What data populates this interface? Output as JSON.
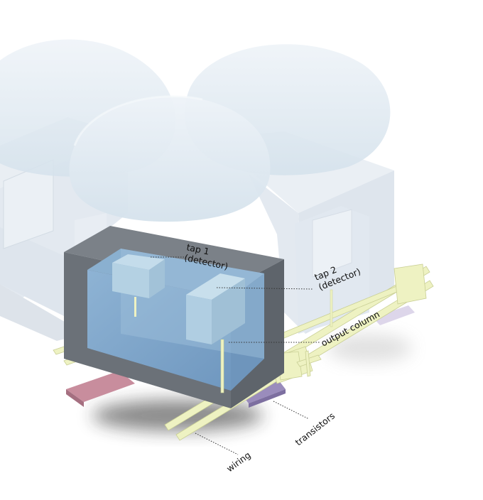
{
  "labels": {
    "tap1_line1": "tap 1",
    "tap1_line2": "(detector)",
    "tap2_line1": "tap 2",
    "tap2_line2": "(detector)",
    "output_column": "output column",
    "transistors": "transistors",
    "wiring": "wiring"
  },
  "colors": {
    "microlens": "#e4edf4",
    "neighbor_block": "#dfe7ef",
    "pixel_block": "#7ea7cc",
    "pixel_frame": "#6b7178",
    "detector": "#b4d1e3",
    "wiring": "#eef2c2",
    "transistor_pink": "#c88d9d",
    "transistor_purple": "#9a8cbc"
  }
}
